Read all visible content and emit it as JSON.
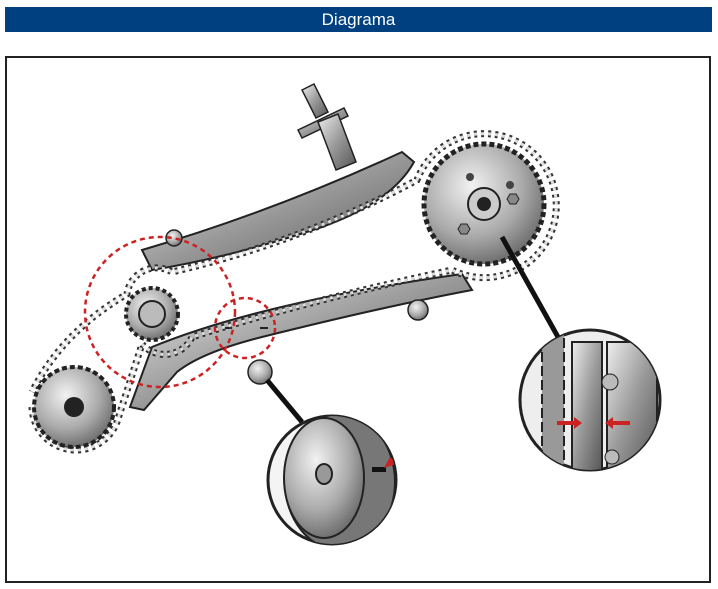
{
  "header": {
    "title": "Diagrama"
  },
  "colors": {
    "header_bg": "#004080",
    "highlight": "#cc2222",
    "metal": "#9a9a9a"
  },
  "diagram": {
    "subject": "timing-chain-assembly",
    "parts": [
      "crankshaft-sprocket",
      "intermediate-sprocket",
      "camshaft-sprocket",
      "upper-chain-guide",
      "tensioner-rail",
      "tensioner-tool",
      "timing-chain"
    ],
    "details": [
      "pulley-mark-detail",
      "camshaft-alignment-detail"
    ]
  }
}
